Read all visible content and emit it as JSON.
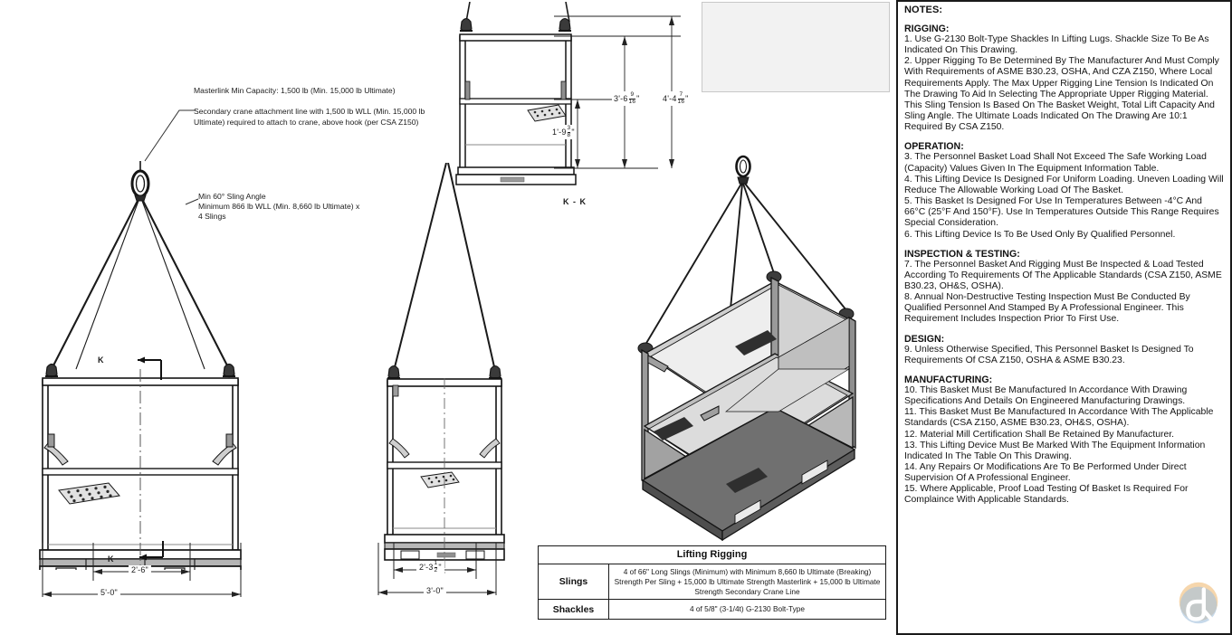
{
  "document": {
    "type": "engineering-drawing",
    "subject": "Personnel Basket Lifting Rigging Drawing"
  },
  "callouts": {
    "masterlink": "Masterlink Min Capacity: 1,500 lb (Min. 15,000 lb Ultimate)",
    "secondary_line_1": "Secondary crane attachment line with 1,500 lb WLL (Min. 15,000 lb",
    "secondary_line_2": "Ultimate) required to attach to crane, above hook (per CSA Z150)",
    "sling_angle_1": "Min 60° Sling Angle",
    "sling_angle_2": "Minimum 866 lb WLL (Min. 8,660 lb Ultimate) x",
    "sling_angle_3": "4 Slings"
  },
  "dimensions": {
    "front_inner": "2'-6\"",
    "front_overall": "5'-0\"",
    "side_inner_whole": "2'-3",
    "side_inner_num": "1",
    "side_inner_den": "2",
    "side_overall": "3'-0\"",
    "section_height_whole": "3'-6",
    "section_height_num": "9",
    "section_height_den": "16",
    "section_total_whole": "4'-4",
    "section_total_num": "7",
    "section_total_den": "16",
    "section_rail_whole": "1'-9",
    "section_rail_num": "3",
    "section_rail_den": "8",
    "inch_mark": "\""
  },
  "section_marks": {
    "front_view_k": "K",
    "front_view_k_bottom": "K",
    "section_title": "K - K"
  },
  "rigging_table": {
    "title": "Lifting Rigging",
    "rows": [
      {
        "label": "Slings",
        "value": "4 of 66\" Long Slings (Minimum) with Minimum 8,660 lb Ultimate (Breaking) Strength Per Sling + 15,000 lb Ultimate Strength Masterlink + 15,000 lb Ultimate Strength Secondary Crane Line"
      },
      {
        "label": "Shackles",
        "value": "4 of 5/8\" (3-1/4t) G-2130 Bolt-Type"
      }
    ]
  },
  "notes": {
    "header": "NOTES:",
    "sections": [
      {
        "heading": "RIGGING:",
        "body": "1. Use G-2130 Bolt-Type Shackles In Lifting Lugs. Shackle Size To Be As Indicated On This Drawing.\n2. Upper Rigging To Be Determined By The Manufacturer And Must Comply With Requirements of ASME B30.23, OSHA, And CZA Z150, Where Local Requirements Apply. The Max Upper Rigging Line Tension Is Indicated On The Drawing To Aid In Selecting The Appropriate Upper Rigging Material. This Sling Tension Is Based On The Basket Weight, Total Lift Capacity And Sling Angle. The Ultimate Loads Indicated On The Drawing Are 10:1 Required By CSA Z150."
      },
      {
        "heading": "OPERATION:",
        "body": "3. The Personnel Basket Load Shall Not Exceed The Safe Working Load (Capacity) Values Given In The Equipment Information Table.\n4. This Lifting Device Is Designed For Uniform Loading. Uneven Loading Will Reduce The Allowable Working Load Of The Basket.\n5. This Basket Is Designed For Use In Temperatures Between -4°C And 66°C (25°F And 150°F). Use In Temperatures Outside This Range Requires Special Consideration.\n6. This Lifting Device Is To Be Used Only By Qualified Personnel."
      },
      {
        "heading": "INSPECTION & TESTING:",
        "body": "7. The Personnel Basket And Rigging Must Be Inspected & Load Tested According To Requirements Of The Applicable Standards (CSA Z150, ASME B30.23, OH&S, OSHA).\n8. Annual Non-Destructive Testing Inspection Must Be Conducted By Qualified Personnel And Stamped By A Professional Engineer. This Requirement Includes Inspection Prior To First Use."
      },
      {
        "heading": "DESIGN:",
        "body": "9. Unless Otherwise Specified, This Personnel Basket Is Designed To Requirements Of CSA Z150, OSHA & ASME B30.23."
      },
      {
        "heading": "MANUFACTURING:",
        "body": "10. This Basket Must Be Manufactured In Accordance With Drawing Specifications And Details On Engineered Manufacturing Drawings.\n11. This Basket Must Be Manufactured In Accordance With The Applicable Standards (CSA Z150, ASME B30.23, OH&S, OSHA).\n12. Material Mill Certification Shall Be Retained By Manufacturer.\n13. This Lifting Device Must Be Marked With The Equipment Information Indicated In The Table On This Drawing.\n14. Any Repairs Or Modifications Are To Be Performed Under Direct Supervision Of A Professional Engineer.\n15. Where Applicable, Proof Load Testing Of Basket Is Required For Complaince With Applicable Standards."
      }
    ]
  },
  "colors": {
    "line": "#1a1a1a",
    "steel_light": "#d8d8d8",
    "steel_mid": "#a8a8a8",
    "steel_dark": "#6e6e6e",
    "steel_darkest": "#3c3c3c",
    "watermark_orange": "#e8972e",
    "watermark_blue": "#7fa9cf"
  }
}
